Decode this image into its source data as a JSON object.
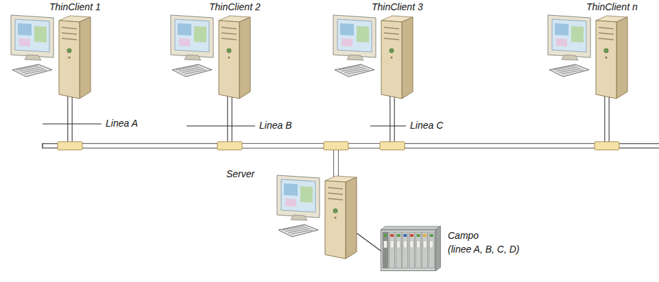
{
  "diagram": {
    "nodes": [
      {
        "text": [
          "ThinClient 1"
        ]
      },
      {
        "text": [
          "ThinClient 2"
        ]
      },
      {
        "text": [
          "ThinClient 3"
        ]
      },
      {
        "text": [
          "ThinClient n"
        ]
      },
      {
        "text": [
          "Server"
        ]
      },
      {
        "text": [
          "Campo",
          "(linee A, B, C, D)"
        ]
      }
    ],
    "edges": [
      {
        "from": 4,
        "to": 0,
        "arrow": "none"
      },
      {
        "from": 4,
        "to": 1,
        "arrow": "none"
      },
      {
        "from": 4,
        "to": 2,
        "arrow": "none"
      },
      {
        "from": 4,
        "to": 3,
        "arrow": "none"
      },
      {
        "from": 4,
        "to": 5,
        "arrow": "none"
      }
    ],
    "labels": [
      "Linea A",
      "Linea B",
      "Linea C"
    ]
  }
}
